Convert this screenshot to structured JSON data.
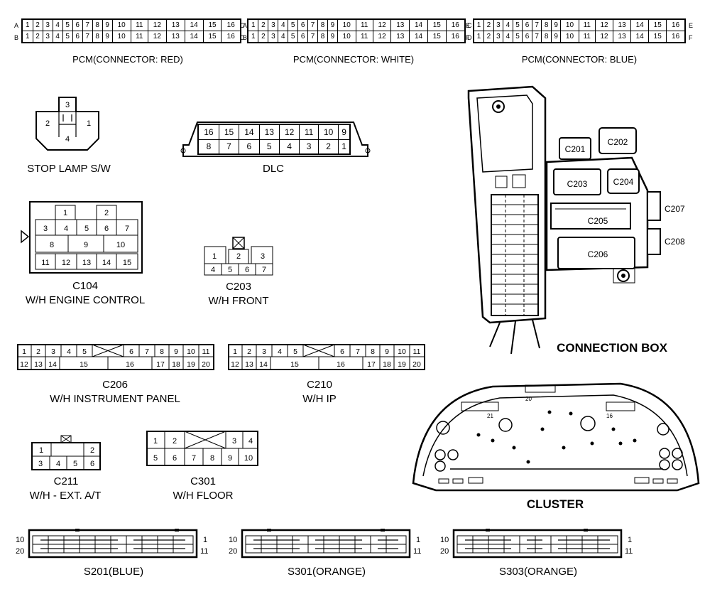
{
  "pcm": {
    "red": {
      "caption": "PCM(CONNECTOR: RED)",
      "rows": [
        {
          "label": "A",
          "pins": [
            "1",
            "2",
            "3",
            "4",
            "5",
            "6",
            "7",
            "8",
            "9",
            "10",
            "11",
            "12",
            "13",
            "14",
            "15",
            "16"
          ]
        },
        {
          "label": "B",
          "pins": [
            "1",
            "2",
            "3",
            "4",
            "5",
            "6",
            "7",
            "8",
            "9",
            "10",
            "11",
            "12",
            "13",
            "14",
            "15",
            "16"
          ]
        }
      ]
    },
    "white": {
      "caption": "PCM(CONNECTOR: WHITE)",
      "rows": [
        {
          "label": "C",
          "pins": [
            "1",
            "2",
            "3",
            "4",
            "5",
            "6",
            "7",
            "8",
            "9",
            "10",
            "11",
            "12",
            "13",
            "14",
            "15",
            "16"
          ]
        },
        {
          "label": "D",
          "pins": [
            "1",
            "2",
            "3",
            "4",
            "5",
            "6",
            "7",
            "8",
            "9",
            "10",
            "11",
            "12",
            "13",
            "14",
            "15",
            "16"
          ]
        }
      ]
    },
    "blue": {
      "caption": "PCM(CONNECTOR: BLUE)",
      "rows": [
        {
          "label": "E",
          "pins": [
            "1",
            "2",
            "3",
            "4",
            "5",
            "6",
            "7",
            "8",
            "9",
            "10",
            "11",
            "12",
            "13",
            "14",
            "15",
            "16"
          ]
        },
        {
          "label": "F",
          "pins": [
            "1",
            "2",
            "3",
            "4",
            "5",
            "6",
            "7",
            "8",
            "9",
            "10",
            "11",
            "12",
            "13",
            "14",
            "15",
            "16"
          ]
        }
      ]
    }
  },
  "stop_lamp": {
    "caption": "STOP LAMP S/W",
    "pins": [
      "3",
      "2",
      "1",
      "4"
    ]
  },
  "dlc": {
    "caption": "DLC",
    "top": [
      "16",
      "15",
      "14",
      "13",
      "12",
      "11",
      "10",
      "9"
    ],
    "bottom": [
      "8",
      "7",
      "6",
      "5",
      "4",
      "3",
      "2",
      "1"
    ]
  },
  "c104": {
    "id": "C104",
    "caption": "W/H ENGINE CONTROL",
    "row1": [
      "1",
      "2"
    ],
    "row2": [
      "3",
      "4",
      "5",
      "6",
      "7"
    ],
    "row3": [
      "8",
      "9",
      "10"
    ],
    "row4": [
      "11",
      "12",
      "13",
      "14",
      "15"
    ]
  },
  "c203": {
    "id": "C203",
    "caption": "W/H FRONT",
    "top": [
      "1",
      "2",
      "3"
    ],
    "bottom": [
      "4",
      "5",
      "6",
      "7"
    ]
  },
  "c206": {
    "id": "C206",
    "caption": "W/H INSTRUMENT PANEL",
    "top_left": [
      "1",
      "2",
      "3",
      "4",
      "5"
    ],
    "top_right": [
      "6",
      "7",
      "8",
      "9",
      "10",
      "11"
    ],
    "bottom": [
      "12",
      "13",
      "14",
      "15",
      "16",
      "17",
      "18",
      "19",
      "20"
    ]
  },
  "c210": {
    "id": "C210",
    "caption": "W/H IP",
    "top_left": [
      "1",
      "2",
      "3",
      "4",
      "5"
    ],
    "top_right": [
      "6",
      "7",
      "8",
      "9",
      "10",
      "11"
    ],
    "bottom": [
      "12",
      "13",
      "14",
      "15",
      "16",
      "17",
      "18",
      "19",
      "20"
    ]
  },
  "c211": {
    "id": "C211",
    "caption": "W/H - EXT. A/T",
    "top": [
      "1",
      "2"
    ],
    "bottom": [
      "3",
      "4",
      "5",
      "6"
    ]
  },
  "c301": {
    "id": "C301",
    "caption": "W/H FLOOR",
    "top": [
      "1",
      "2",
      "3",
      "4"
    ],
    "bottom": [
      "5",
      "6",
      "7",
      "8",
      "9",
      "10"
    ]
  },
  "connection_box": {
    "caption": "CONNECTION BOX",
    "labels": [
      "C201",
      "C202",
      "C203",
      "C204",
      "C205",
      "C206",
      "C207",
      "C208"
    ]
  },
  "cluster": {
    "caption": "CLUSTER",
    "pin_labels": [
      "20",
      "21",
      "16"
    ]
  },
  "splices": [
    {
      "caption": "S201(BLUE)",
      "pin_tl": "10",
      "pin_bl": "20",
      "pin_tr": "1",
      "pin_br": "11"
    },
    {
      "caption": "S301(ORANGE)",
      "pin_tl": "10",
      "pin_bl": "20",
      "pin_tr": "1",
      "pin_br": "11"
    },
    {
      "caption": "S303(ORANGE)",
      "pin_tl": "10",
      "pin_bl": "20",
      "pin_tr": "1",
      "pin_br": "11"
    }
  ]
}
